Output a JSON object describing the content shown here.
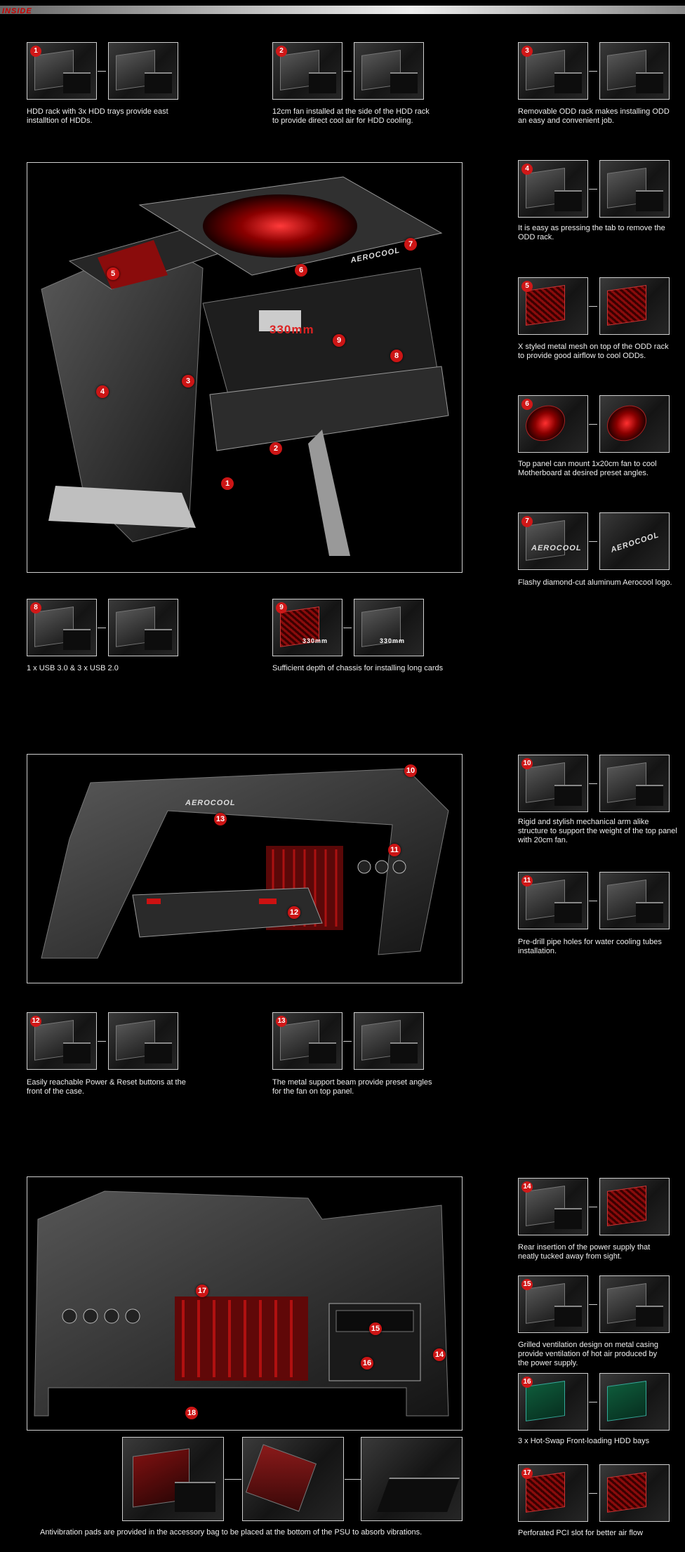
{
  "header": {
    "section_label": "INSIDE"
  },
  "features": [
    {
      "num": "1",
      "caption": "HDD rack with 3x HDD trays provide east\ninstalltion of HDDs."
    },
    {
      "num": "2",
      "caption": "12cm fan installed at the side of the HDD rack\nto provide direct cool air for HDD cooling."
    },
    {
      "num": "3",
      "caption": "Removable ODD rack makes installing ODD\nan easy and convenient job."
    },
    {
      "num": "4",
      "caption": "It is easy as pressing the tab to remove the\nODD rack."
    },
    {
      "num": "5",
      "caption": "X styled metal mesh on top of the ODD rack\nto provide good airflow to cool ODDs."
    },
    {
      "num": "6",
      "caption": "Top panel can mount 1x20cm fan to cool\nMotherboard at desired preset angles."
    },
    {
      "num": "7",
      "caption": "Flashy diamond-cut aluminum Aerocool logo."
    },
    {
      "num": "8",
      "caption": "1 x USB 3.0 & 3 x USB 2.0"
    },
    {
      "num": "9",
      "caption": "Sufficient depth of chassis for installing long cards"
    },
    {
      "num": "10",
      "caption": "Rigid and stylish mechanical arm alike\nstructure to support the weight of the top panel\nwith 20cm fan."
    },
    {
      "num": "11",
      "caption": "Pre-drill pipe holes for water cooling tubes\ninstallation."
    },
    {
      "num": "12",
      "caption": "Easily reachable Power & Reset buttons at the\nfront of the case."
    },
    {
      "num": "13",
      "caption": "The metal support beam provide preset angles\nfor the fan on top panel."
    },
    {
      "num": "14",
      "caption": "Rear insertion of the power supply that\nneatly tucked away from sight."
    },
    {
      "num": "15",
      "caption": "Grilled ventilation design on metal casing\nprovide ventilation of hot air produced by\nthe power supply."
    },
    {
      "num": "16",
      "caption": "3 x Hot-Swap Front-loading HDD bays"
    },
    {
      "num": "17",
      "caption": "Perforated PCI slot for better air flow"
    },
    {
      "num": "18",
      "caption": "Antivibration pads are provided in the accessory bag to be placed at the bottom of the PSU to absorb vibrations."
    }
  ],
  "panel1": {
    "callouts": [
      "1",
      "2",
      "3",
      "4",
      "5",
      "6",
      "7",
      "8",
      "9"
    ],
    "dimension_label": "330mm",
    "brand_label": "AEROCOOL"
  },
  "panel2": {
    "callouts": [
      "10",
      "11",
      "12",
      "13"
    ],
    "brand_label": "AEROCOOL"
  },
  "panel3": {
    "callouts": [
      "14",
      "15",
      "16",
      "17",
      "18"
    ]
  },
  "thumb_labels": {
    "t9a": "330mm",
    "t9b": "330mm",
    "t7a": "AEROCOOL",
    "t7b": "AEROCOOL"
  },
  "colors": {
    "accent_red": "#d01818",
    "background": "#000000",
    "frame": "#cfcfcf"
  }
}
